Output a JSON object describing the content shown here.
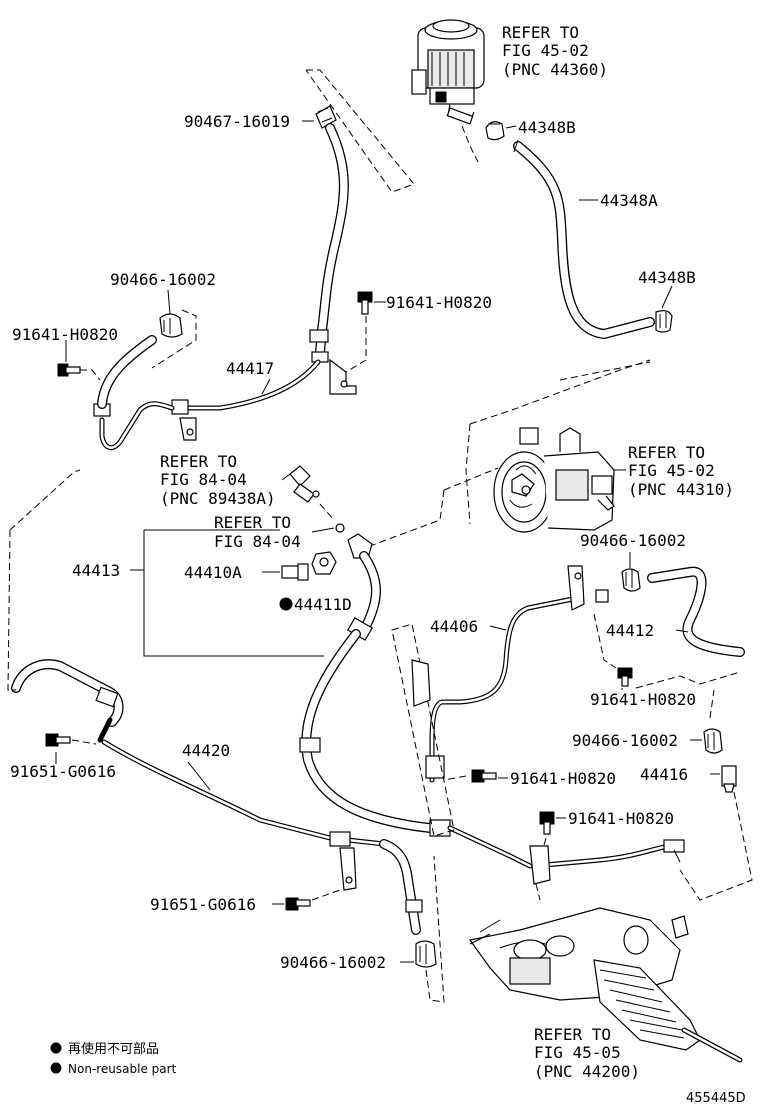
{
  "labels": {
    "refer_reservoir": [
      "REFER TO",
      "FIG 45-02",
      "(PNC 44360)"
    ],
    "refer_pump": [
      "REFER TO",
      "FIG 45-02",
      "(PNC 44310)"
    ],
    "refer_sensor": [
      "REFER TO",
      "FIG 84-04",
      "(PNC 89438A)"
    ],
    "refer_oring": [
      "REFER TO",
      "FIG 84-04"
    ],
    "refer_gear": [
      "REFER TO",
      "FIG 45-05",
      "(PNC 44200)"
    ],
    "p_90467_16019": "90467-16019",
    "p_44348b_top": "44348B",
    "p_44348a": "44348A",
    "p_44348b_right": "44348B",
    "p_90466_16002_left": "90466-16002",
    "p_91641_h0820_left": "91641-H0820",
    "p_91641_h0820_mid": "91641-H0820",
    "p_44417": "44417",
    "p_44413": "44413",
    "p_44410a": "44410A",
    "p_44411d": "44411D",
    "p_90466_16002_right": "90466-16002",
    "p_44406": "44406",
    "p_44412": "44412",
    "p_91641_h0820_r1": "91641-H0820",
    "p_44420": "44420",
    "p_91651_g0616_left": "91651-G0616",
    "p_90466_16002_r2": "90466-16002",
    "p_44416": "44416",
    "p_91641_h0820_r2": "91641-H0820",
    "p_91641_h0820_r3": "91641-H0820",
    "p_91651_g0616_mid": "91651-G0616",
    "p_90466_16002_bottom": "90466-16002"
  },
  "legend": {
    "japanese": "再使用不可部品",
    "english": "Non-reusable part"
  },
  "figure_id": "455445D"
}
